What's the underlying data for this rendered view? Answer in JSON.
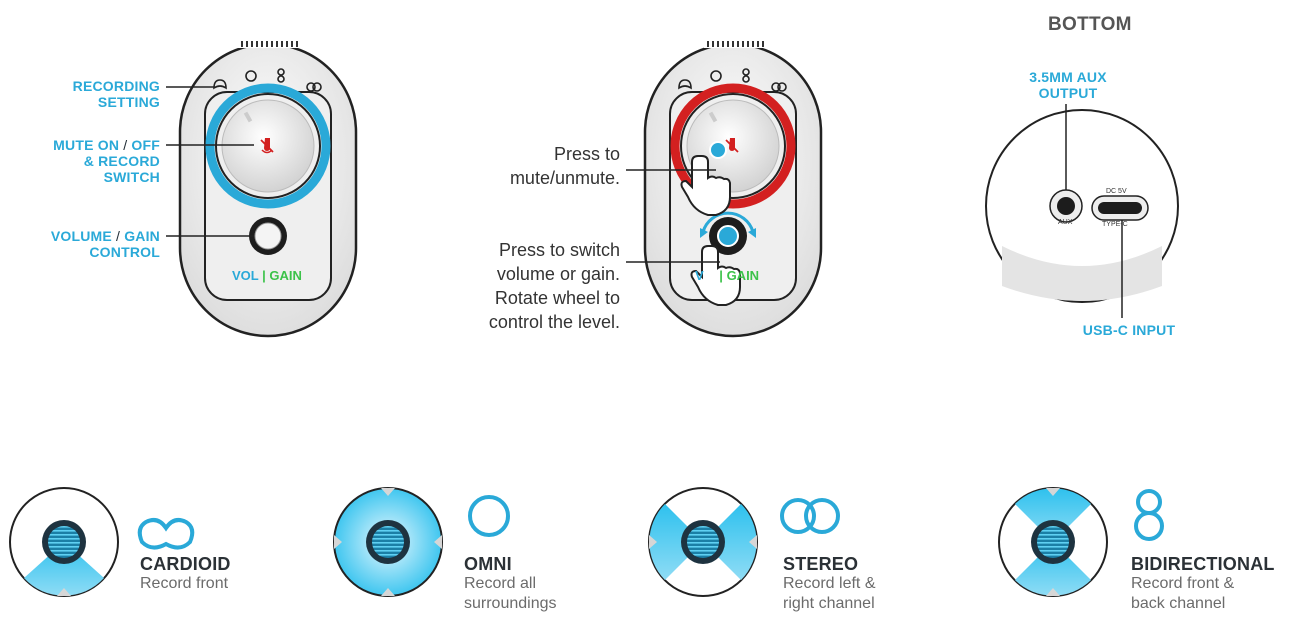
{
  "panel1": {
    "callouts": {
      "recording_setting": [
        "RECORDING",
        "SETTING"
      ],
      "mute_a": "MUTE ON",
      "mute_slash": "/",
      "mute_b": "OFF",
      "mute_line2": "& RECORD",
      "mute_line3": "SWITCH",
      "volume_a": "VOLUME",
      "volume_slash": "/",
      "volume_b": "GAIN",
      "volume_line2": "CONTROL"
    },
    "vol_label": "VOL",
    "gain_label": "GAIN"
  },
  "panel2": {
    "press_mute": [
      "Press to",
      "mute/unmute."
    ],
    "press_switch": [
      "Press to switch",
      "volume or gain.",
      "Rotate wheel to",
      "control the level."
    ],
    "vol_label": "V",
    "gain_label": "GAIN"
  },
  "panel3": {
    "title": "BOTTOM",
    "aux_callout": [
      "3.5MM AUX",
      "OUTPUT"
    ],
    "usb_callout": "USB-C INPUT",
    "aux_port_label": "AUX",
    "usb_port_top": "DC 5V",
    "usb_port_bottom": "TYPE-C"
  },
  "patterns": [
    {
      "name": "CARDIOID",
      "desc": [
        "Record front"
      ],
      "icon": "cardioid-icon"
    },
    {
      "name": "OMNI",
      "desc": [
        "Record all",
        "surroundings"
      ],
      "icon": "omni-icon"
    },
    {
      "name": "STEREO",
      "desc": [
        "Record left &",
        "right channel"
      ],
      "icon": "stereo-icon"
    },
    {
      "name": "BIDIRECTIONAL",
      "desc": [
        "Record front &",
        "back channel"
      ],
      "icon": "bidirectional-icon"
    }
  ],
  "colors": {
    "accent": "#2aa9d8",
    "gain_green": "#3cc24a",
    "mute_red": "#d32020",
    "dark": "#1e2a33"
  }
}
